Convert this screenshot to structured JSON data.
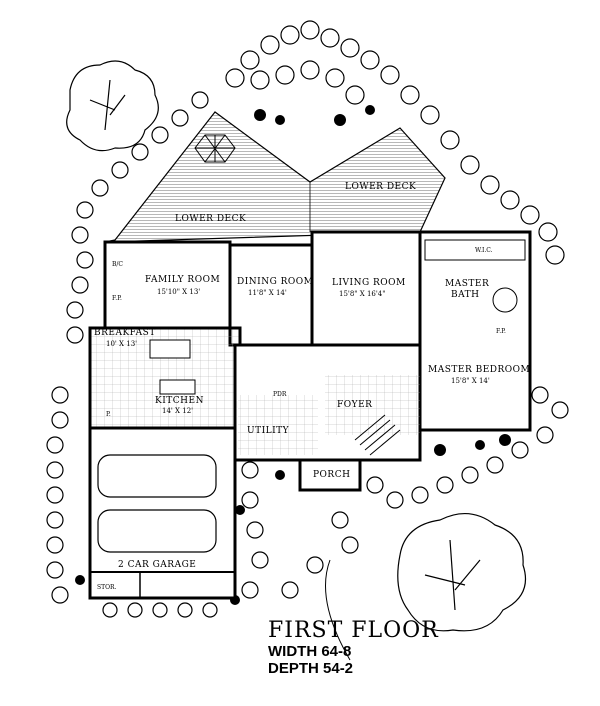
{
  "title": "FIRST FLOOR",
  "width": "WIDTH 64-8",
  "depth": "DEPTH 54-2",
  "rooms": {
    "lower_deck_left": {
      "name": "LOWER DECK"
    },
    "lower_deck_right": {
      "name": "LOWER DECK"
    },
    "family_room": {
      "name": "FAMILY ROOM",
      "size": "15'10\" X 13'"
    },
    "dining_room": {
      "name": "DINING ROOM",
      "size": "11'8\" X 14'"
    },
    "living_room": {
      "name": "LIVING ROOM",
      "size": "15'8\" X 16'4\""
    },
    "master_bath": {
      "name": "MASTER",
      "name2": "BATH"
    },
    "wic": {
      "name": "W.I.C."
    },
    "master_fp": {
      "name": "F.P."
    },
    "master_bedroom": {
      "name": "MASTER BEDROOM",
      "size": "15'8\" X 14'"
    },
    "breakfast": {
      "name": "BREAKFAST",
      "size": "10' X 13'"
    },
    "kitchen": {
      "name": "KITCHEN",
      "size": "14' X 12'"
    },
    "pantry": {
      "name": "P."
    },
    "bc": {
      "name": "B/C"
    },
    "family_fp": {
      "name": "F.P."
    },
    "pdr": {
      "name": "PDR"
    },
    "foyer": {
      "name": "FOYER"
    },
    "utility": {
      "name": "UTILITY"
    },
    "porch": {
      "name": "PORCH"
    },
    "garage": {
      "name": "2 CAR GARAGE"
    },
    "storage": {
      "name": "STOR."
    }
  }
}
